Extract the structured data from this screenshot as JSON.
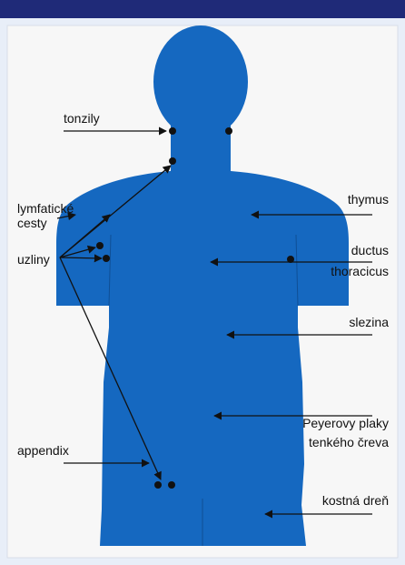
{
  "colors": {
    "top_bar": "#1f2a78",
    "frame": "#e8eef8",
    "panel": "#f7f7f7",
    "body": "#1568c0",
    "ink": "#111111"
  },
  "labels": {
    "tonsils": "tonzily",
    "lymph_vessels_1": "lymfatické",
    "lymph_vessels_2": "cesty",
    "lymph_nodes": "uzliny",
    "appendix": "appendix",
    "thymus": "thymus",
    "thoracic_duct_1": "ductus",
    "thoracic_duct_2": "thoracicus",
    "spleen": "slezina",
    "peyer_1": "Peyerovy plaky",
    "peyer_2": "tenkého čreva",
    "bone_marrow": "kostná dreň"
  }
}
